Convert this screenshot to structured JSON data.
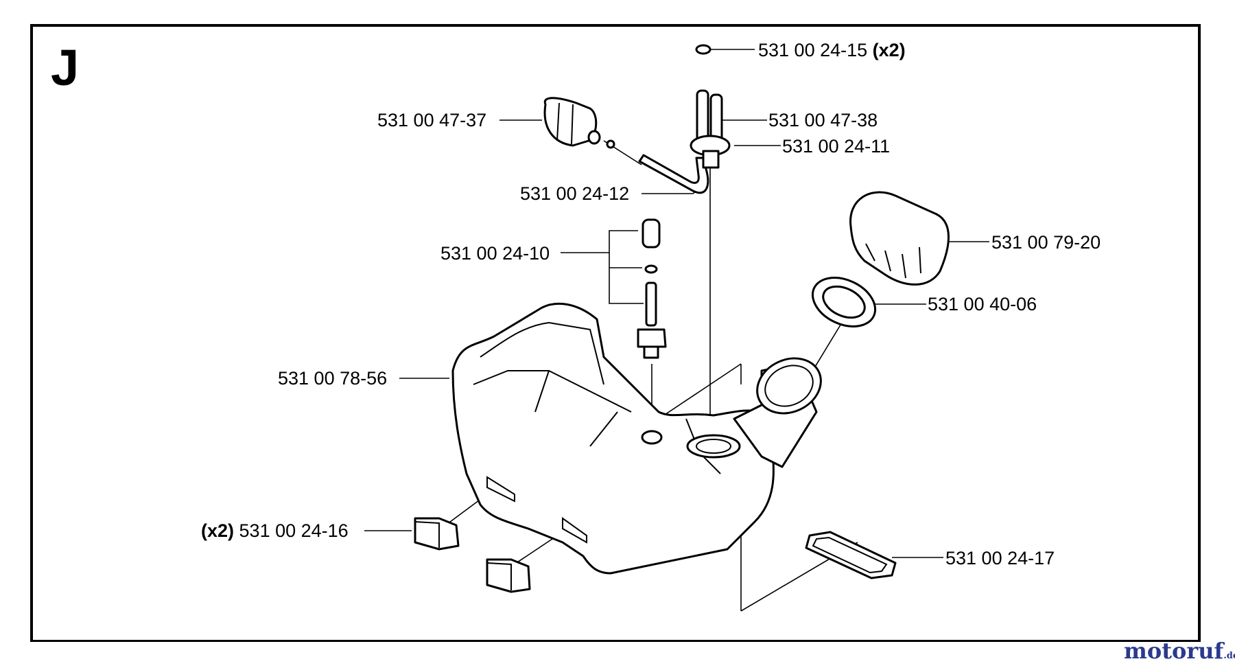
{
  "section_letter": "J",
  "labels": {
    "p1": {
      "number": "531 00 24-15",
      "qty": "(x2)"
    },
    "p2": {
      "number": "531 00 47-37"
    },
    "p3": {
      "number": "531 00 47-38"
    },
    "p4": {
      "number": "531 00 24-11"
    },
    "p5": {
      "number": "531 00 24-12"
    },
    "p6": {
      "number": "531 00 24-10"
    },
    "p7": {
      "number": "531 00 79-20"
    },
    "p8": {
      "number": "531 00 40-06"
    },
    "p9": {
      "number": "531 00 78-56"
    },
    "p10": {
      "number": "531 00 24-16",
      "qty": "(x2)"
    },
    "p11": {
      "number": "531 00 24-17"
    }
  },
  "watermark": {
    "name": "motoruf",
    "tld": ".de",
    "color": "#2a3a8c"
  }
}
